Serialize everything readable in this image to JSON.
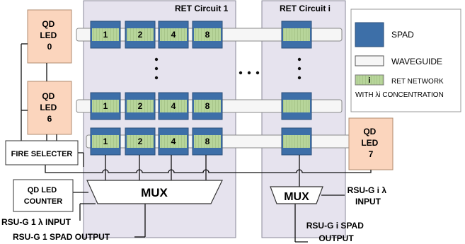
{
  "circuits": {
    "circuit1_title": "RET Circuit 1",
    "circuiti_title": "RET Circuit i"
  },
  "qd_leds": {
    "led0": [
      "QD",
      "LED",
      "0"
    ],
    "led6": [
      "QD",
      "LED",
      "6"
    ],
    "led7": [
      "QD",
      "LED",
      "7"
    ]
  },
  "ret_bits": [
    "1",
    "2",
    "4",
    "8"
  ],
  "ellipsis": {
    "vertical": "⋮",
    "horizontal": "· · ·"
  },
  "blocks": {
    "fire_selecter": "FIRE SELECTER",
    "qd_counter_line1": "QD LED",
    "qd_counter_line2": "COUNTER",
    "mux1": "MUX",
    "muxi": "MUX"
  },
  "io_labels": {
    "rsu1_input": "RSU-G 1 λ INPUT",
    "rsu1_output": "RSU-G 1 SPAD OUTPUT",
    "rsui_input_1": "RSU-G i λ",
    "rsui_input_2": "INPUT",
    "rsui_output_1": "RSU-G i SPAD",
    "rsui_output_2": "OUTPUT"
  },
  "legend": {
    "spad": "SPAD",
    "waveguide": "WAVEGUIDE",
    "ret_symbol": "i",
    "ret_network": "RET NETWORK",
    "ret_concentration": "WITH λi CONCENTRATION"
  },
  "colors": {
    "panel": "#e6e3ee",
    "led": "#fbd5bd",
    "spad": "#3d6fa8",
    "ret": "#b7d59a",
    "waveguide": "#f4f4f4"
  }
}
